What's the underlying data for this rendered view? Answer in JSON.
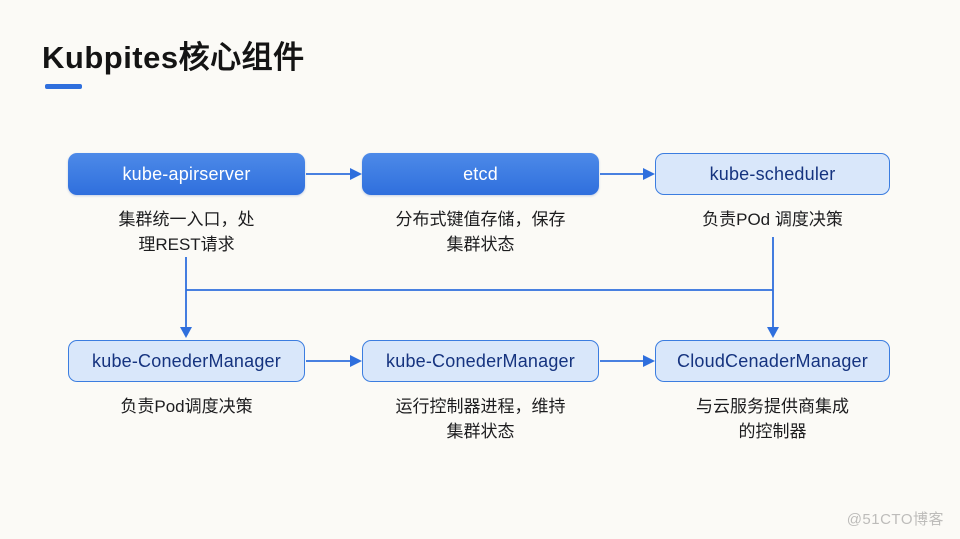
{
  "title": "Kubpites核心组件",
  "watermark": "@51CTO博客",
  "colors": {
    "accent": "#2f6fdd",
    "solid_box_bg": "#2f6fdd",
    "solid_box_bg_light": "#4d8ae8",
    "outline_box_bg": "#d9e7fa",
    "outline_box_border": "#3b7de0",
    "outline_box_text": "#15337f",
    "background": "#fbfaf6",
    "text": "#1d1d1f",
    "watermark": "#bdbcba"
  },
  "diagram": {
    "nodes": [
      {
        "id": "kube-apirserver",
        "label": "kube-apirserver",
        "style": "solid",
        "desc": "集群统一入口，处\n理REST请求"
      },
      {
        "id": "etcd",
        "label": "etcd",
        "style": "solid",
        "desc": "分布式键值存储，保存\n集群状态"
      },
      {
        "id": "kube-scheduler",
        "label": "kube-scheduler",
        "style": "outline",
        "desc": "负责POd 调度决策"
      },
      {
        "id": "kube-conedermanager-1",
        "label": "kube-ConederManager",
        "style": "outline",
        "desc": "负责Pod调度决策"
      },
      {
        "id": "kube-conedermanager-2",
        "label": "kube-ConederManager",
        "style": "outline",
        "desc": "运行控制器进程，维持\n集群状态"
      },
      {
        "id": "cloudcenadermanager",
        "label": "CloudCenaderManager",
        "style": "outline",
        "desc": "与云服务提供商集成\n的控制器"
      }
    ],
    "edges": [
      "kube-apirserver → etcd",
      "etcd → kube-scheduler",
      "kube-apirserver ↓ kube-ConederManager",
      "kube-scheduler ↓ CloudCenaderManager",
      "kube-ConederManager → kube-ConederManager",
      "kube-ConederManager → CloudCenaderManager"
    ]
  }
}
